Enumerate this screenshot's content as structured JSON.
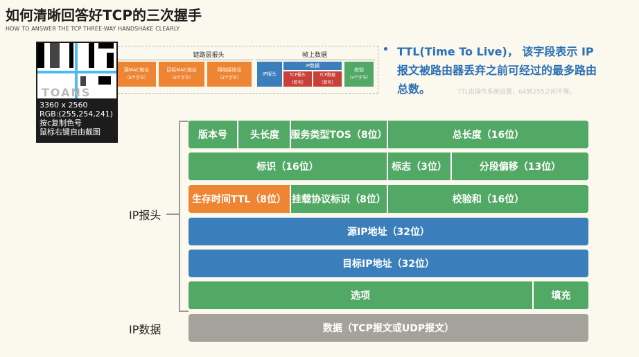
{
  "slide": {
    "title": "如何清晰回答好TCP的三次握手",
    "subtitle": "HOW TO ANSWER THE TCP THREE-WAY HANDSHAKE CLEARLY"
  },
  "magnifier": {
    "word": "TOANS",
    "size": "3360 x 2560",
    "rgb": "RGB:(255,254,241)",
    "hint_copy": "按c复制色号",
    "hint_capture": "鼠标右键自由截图"
  },
  "frame_diagram": {
    "link_header_label": "链路层报头",
    "frame_data_label": "帧上数据",
    "src_mac": "源MAC地址",
    "src_mac_sub": "（6个字节）",
    "dst_mac": "目标MAC地址",
    "dst_mac_sub": "（6个字节）",
    "net_proto": "网络层协议",
    "net_proto_sub": "（2个字节）",
    "ip_header": "IP报头",
    "ip_data": "IP数据",
    "tcp_header": "TCP报头",
    "tcp_header_sub": "（若有）",
    "tcp_data": "TCP数据",
    "tcp_data_sub": "（若有）",
    "checksum": "校验",
    "checksum_sub": "（4个字节）",
    "colors": {
      "orange": "#ee8533",
      "blue": "#3a7fbb",
      "red": "#c8403a",
      "green": "#52a865"
    }
  },
  "bullet": {
    "text": "TTL(Time To Live)， 该字段表示 IP 报文被路由器丢弃之前可经过的最多路由总数。",
    "note": "TTL由操作系统设置，64到255之间不等。"
  },
  "ip_diagram": {
    "header_label": "IP报头",
    "data_label": "IP数据",
    "row1": {
      "version": "版本号",
      "ihl": "头长度",
      "tos": "服务类型TOS（8位）",
      "total_length": "总长度（16位）"
    },
    "row2": {
      "identification": "标识（16位）",
      "flags": "标志（3位）",
      "fragment_offset": "分段偏移（13位）"
    },
    "row3": {
      "ttl": "生存时间TTL（8位）",
      "protocol": "挂载协议标识（8位）",
      "checksum": "校验和（16位）"
    },
    "row4": {
      "src_ip": "源IP地址（32位）"
    },
    "row5": {
      "dst_ip": "目标IP地址（32位）"
    },
    "row6": {
      "options": "选项",
      "padding": "填充"
    },
    "row7": {
      "data": "数据（TCP报文或UDP报文）"
    },
    "colors": {
      "green": "#52a865",
      "orange": "#ee8533",
      "blue": "#3a7fbb",
      "gray": "#a5a29c"
    }
  }
}
